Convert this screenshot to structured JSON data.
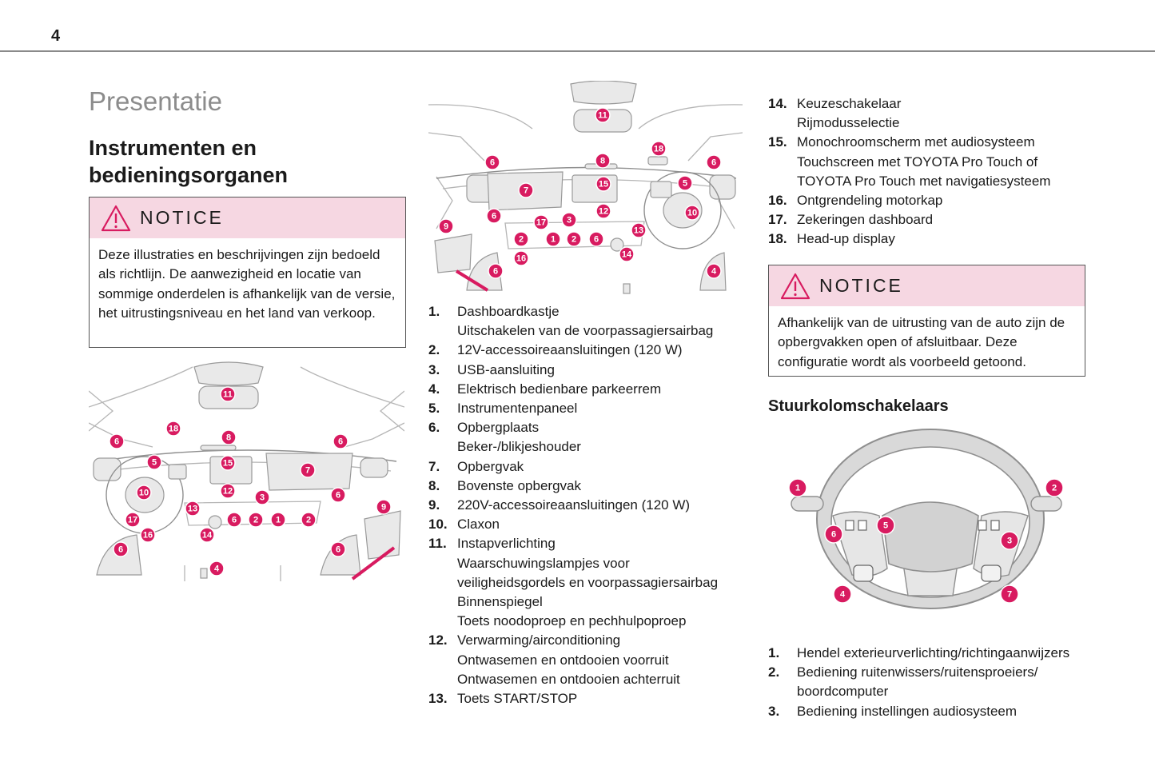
{
  "page": {
    "number": "4"
  },
  "section_title": "Presentatie",
  "subsection_title": "Instrumenten en bedieningsorganen",
  "notice1": {
    "label": "NOTICE",
    "body": "Deze illustraties en beschrijvingen zijn bedoeld als richtlijn. De aanwezigheid en locatie van sommige onderdelen is afhankelijk van de versie, het uitrustingsniveau en het land van verkoop."
  },
  "notice2": {
    "label": "NOTICE",
    "body": "Afhankelijk van de uitrusting van de auto zijn de opbergvakken open of afsluitbaar. Deze configuratie wordt als voorbeeld getoond."
  },
  "dash_badges_rhd": [
    "11",
    "18",
    "6",
    "8",
    "6",
    "5",
    "15",
    "7",
    "10",
    "12",
    "3",
    "6",
    "9",
    "13",
    "17",
    "6",
    "2",
    "1",
    "2",
    "14",
    "16",
    "6",
    "6",
    "4"
  ],
  "dash_badges_lhd": [
    "11",
    "6",
    "8",
    "18",
    "6",
    "15",
    "5",
    "7",
    "6",
    "17",
    "3",
    "12",
    "10",
    "9",
    "2",
    "1",
    "2",
    "6",
    "13",
    "16",
    "14",
    "6",
    "4"
  ],
  "wheel_badges": [
    "1",
    "2",
    "6",
    "5",
    "3",
    "4",
    "7"
  ],
  "items_middle": [
    {
      "n": "1.",
      "lines": [
        "Dashboardkastje",
        "Uitschakelen van de voorpassagiersairbag"
      ]
    },
    {
      "n": "2.",
      "lines": [
        "12V-accessoireaansluitingen (120 W)"
      ]
    },
    {
      "n": "3.",
      "lines": [
        "USB-aansluiting"
      ]
    },
    {
      "n": "4.",
      "lines": [
        "Elektrisch bedienbare parkeerrem"
      ]
    },
    {
      "n": "5.",
      "lines": [
        "Instrumentenpaneel"
      ]
    },
    {
      "n": "6.",
      "lines": [
        "Opbergplaats",
        "Beker-/blikjeshouder"
      ]
    },
    {
      "n": "7.",
      "lines": [
        "Opbergvak"
      ]
    },
    {
      "n": "8.",
      "lines": [
        "Bovenste opbergvak"
      ]
    },
    {
      "n": "9.",
      "lines": [
        "220V-accessoireaansluitingen (120 W)"
      ]
    },
    {
      "n": "10.",
      "lines": [
        "Claxon"
      ]
    },
    {
      "n": "11.",
      "lines": [
        "Instapverlichting",
        "Waarschuwingslampjes voor",
        "veiligheidsgordels en voorpassagiersairbag",
        "Binnenspiegel",
        "Toets noodoproep en pechhulpoproep"
      ]
    },
    {
      "n": "12.",
      "lines": [
        "Verwarming/airconditioning",
        "Ontwasemen en ontdooien voorruit",
        "Ontwasemen en ontdooien achterruit"
      ]
    },
    {
      "n": "13.",
      "lines": [
        "Toets START/STOP"
      ]
    }
  ],
  "items_right": [
    {
      "n": "14.",
      "lines": [
        "Keuzeschakelaar",
        "Rijmodusselectie"
      ]
    },
    {
      "n": "15.",
      "lines": [
        "Monochroomscherm met audiosysteem",
        "Touchscreen met TOYOTA Pro Touch of",
        "TOYOTA Pro Touch met navigatiesysteem"
      ]
    },
    {
      "n": "16.",
      "lines": [
        "Ontgrendeling motorkap"
      ]
    },
    {
      "n": "17.",
      "lines": [
        "Zekeringen dashboard"
      ]
    },
    {
      "n": "18.",
      "lines": [
        "Head-up display"
      ]
    }
  ],
  "steering_heading": "Stuurkolomschakelaars",
  "steering_items": [
    {
      "n": "1.",
      "lines": [
        "Hendel exterieurverlichting/richtingaanwijzers"
      ]
    },
    {
      "n": "2.",
      "lines": [
        "Bediening ruitenwissers/ruitensproeiers/",
        "boordcomputer"
      ]
    },
    {
      "n": "3.",
      "lines": [
        "Bediening instellingen audiosysteem"
      ]
    }
  ],
  "colors": {
    "accent": "#d81b60",
    "notice_bg": "#f6d7e2",
    "rule": "#8a8a8a"
  }
}
